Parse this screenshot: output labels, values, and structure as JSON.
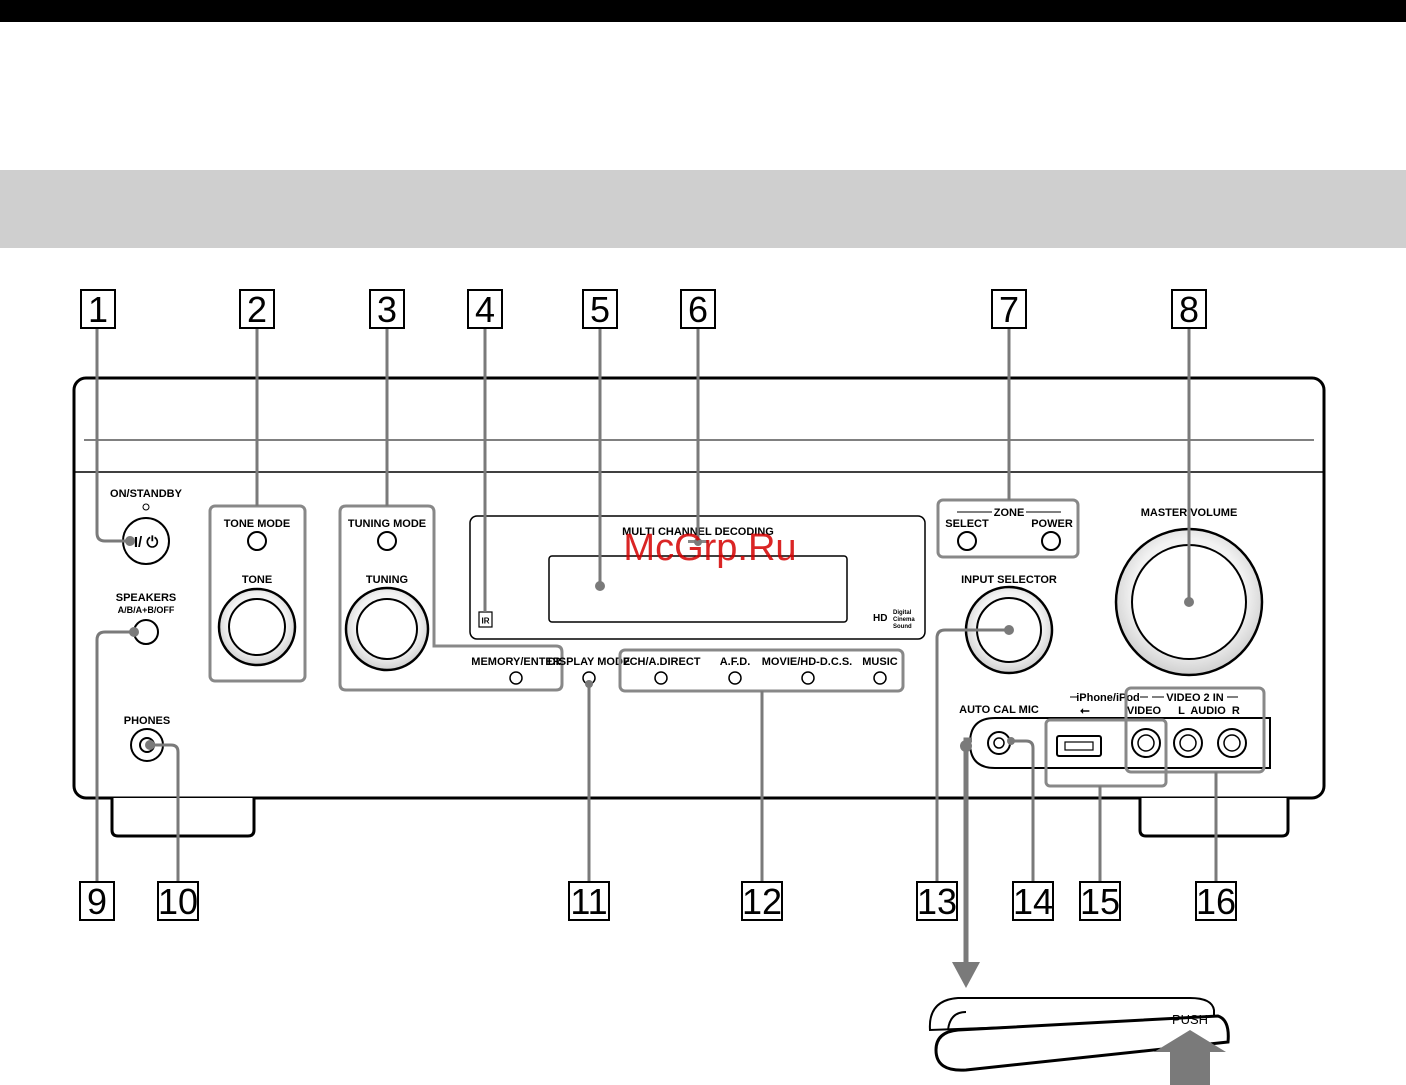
{
  "callouts": [
    "1",
    "2",
    "3",
    "4",
    "5",
    "6",
    "7",
    "8",
    "9",
    "10",
    "11",
    "12",
    "13",
    "14",
    "15",
    "16"
  ],
  "labels": {
    "on_standby": "ON/STANDBY",
    "power_symbol": "I/ ⏻",
    "speakers": "SPEAKERS",
    "speakers_sub": "A/B/A+B/OFF",
    "phones": "PHONES",
    "tone_mode": "TONE MODE",
    "tone": "TONE",
    "tuning_mode": "TUNING MODE",
    "tuning": "TUNING",
    "memory_enter": "MEMORY/ENTER",
    "display_mode": "DISPLAY MODE",
    "two_ch": "2CH/A.DIRECT",
    "afd": "A.F.D.",
    "movie": "MOVIE/HD-D.C.S.",
    "music": "MUSIC",
    "multi_channel": "MULTI CHANNEL DECODING",
    "ir": "IR",
    "hd_digital": "Digital",
    "hd_cinema": "Cinema",
    "hd_sound": "Sound",
    "hd": "HD",
    "zone": "ZONE",
    "select": "SELECT",
    "power": "POWER",
    "input_selector": "INPUT SELECTOR",
    "master_volume": "MASTER VOLUME",
    "auto_cal_mic": "AUTO CAL MIC",
    "iphone_ipod": "iPhone/iPod",
    "usb_symbol": "⭠",
    "video2_in": "VIDEO 2 IN",
    "video": "VIDEO",
    "l_audio_r": "L  AUDIO  R",
    "push": "PUSH"
  },
  "watermark": "McGrp.Ru",
  "colors": {
    "callout_line": "#7a7a7a",
    "panel_line": "#000000",
    "band": "#cfcfcf",
    "watermark": "#d40000"
  }
}
